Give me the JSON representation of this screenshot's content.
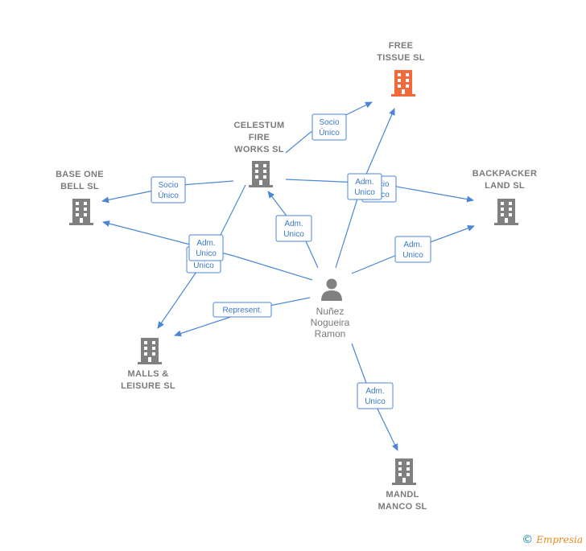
{
  "colors": {
    "edge": "#4a86d4",
    "company": "#808080",
    "highlight": "#f26a3c",
    "person": "#808080"
  },
  "nodes": [
    {
      "id": "free",
      "lines": [
        "FREE",
        "TISSUE  SL"
      ],
      "type": "company",
      "highlight": true
    },
    {
      "id": "celestum",
      "lines": [
        "CELESTUM",
        "FIRE",
        "WORKS  SL"
      ],
      "type": "company"
    },
    {
      "id": "baseone",
      "lines": [
        "BASE ONE",
        "BELL  SL"
      ],
      "type": "company"
    },
    {
      "id": "backpacker",
      "lines": [
        "BACKPACKER",
        "LAND  SL"
      ],
      "type": "company"
    },
    {
      "id": "malls",
      "lines": [
        "MALLS &",
        "LEISURE SL"
      ],
      "type": "company"
    },
    {
      "id": "mandl",
      "lines": [
        "MANDL",
        "MANCO  SL"
      ],
      "type": "company"
    },
    {
      "id": "person",
      "lines": [
        "Nuñez",
        "Nogueira",
        "Ramon"
      ],
      "type": "person"
    }
  ],
  "edges": [
    {
      "id": "e1",
      "lines": [
        "Socio",
        "Único"
      ]
    },
    {
      "id": "e2",
      "lines": [
        "Socio",
        "Único"
      ]
    },
    {
      "id": "e3",
      "lines": [
        "Adm.",
        "Unico"
      ]
    },
    {
      "id": "e4",
      "lines": [
        "Socio",
        "Único"
      ]
    },
    {
      "id": "e5",
      "lines": [
        "Adm.",
        "Unico"
      ]
    },
    {
      "id": "e6",
      "lines": [
        "Adm.",
        "Unico"
      ]
    },
    {
      "id": "e7",
      "lines": [
        "Adm.",
        "Unico"
      ]
    },
    {
      "id": "e8",
      "lines": [
        "Adm.",
        "Unico"
      ]
    },
    {
      "id": "e9",
      "lines": [
        "Represent."
      ]
    },
    {
      "id": "e10",
      "lines": [
        "Adm.",
        "Unico"
      ]
    }
  ],
  "footer": {
    "copyright": "©",
    "brand": "Empresia"
  }
}
